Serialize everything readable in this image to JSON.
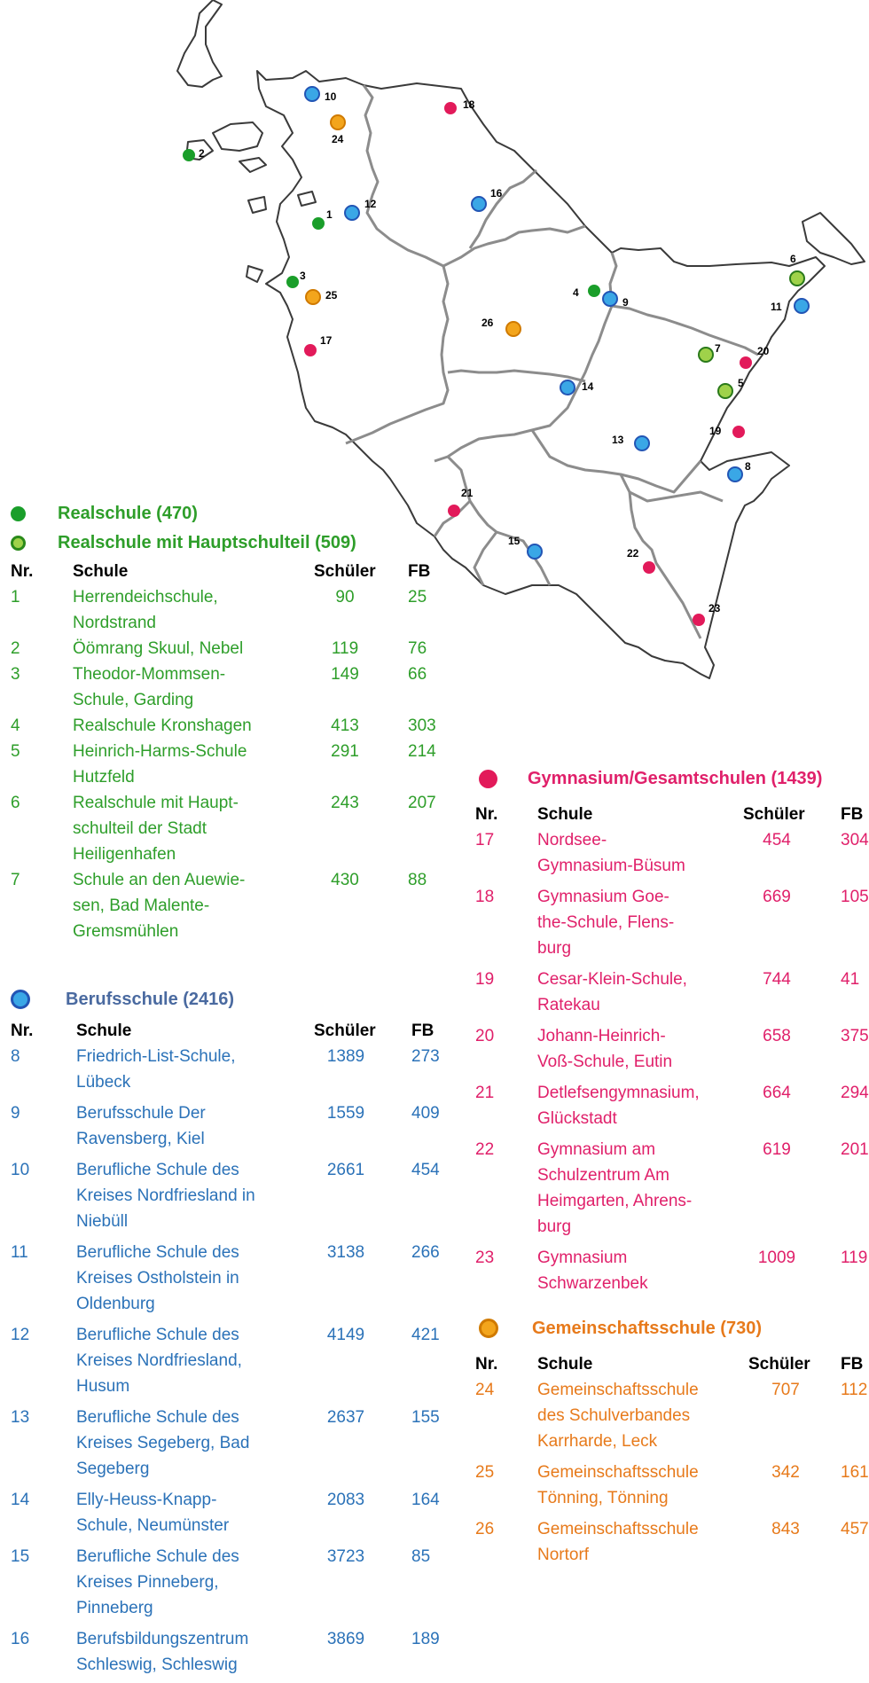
{
  "map_labels": [
    "1",
    "2",
    "3",
    "4",
    "5",
    "6",
    "7",
    "8",
    "9",
    "10",
    "11",
    "12",
    "13",
    "14",
    "15",
    "16",
    "17",
    "18",
    "19",
    "20",
    "21",
    "22",
    "23",
    "24",
    "25",
    "26"
  ],
  "colors": {
    "realschule": "#1a9e2a",
    "realschule_hs": "#9fd24a",
    "berufsschule": "#3aa7e6",
    "gymnasium": "#e21a5a",
    "gemeinschaft": "#f3a51c",
    "green_text": "#2e9e2a",
    "blue_text": "#2b72b8",
    "pink_text": "#e0206a",
    "orange_text": "#e77a1b",
    "blue_head": "#4a6aa0"
  },
  "headers": {
    "nr": "Nr.",
    "school": "Schule",
    "students": "Schüler",
    "fb": "FB"
  },
  "realschule": {
    "title1": "Realschule (470)",
    "title2": "Realschule mit Hauptschulteil (509)",
    "rows": [
      {
        "nr": "1",
        "name": "Herrendeichschule,\nNordstrand",
        "students": "90",
        "fb": "25"
      },
      {
        "nr": "2",
        "name": "Öömrang Skuul, Nebel",
        "students": "119",
        "fb": "76"
      },
      {
        "nr": "3",
        "name": "Theodor-Mommsen-\nSchule, Garding",
        "students": "149",
        "fb": "66"
      },
      {
        "nr": "4",
        "name": "Realschule Kronshagen",
        "students": "413",
        "fb": "303"
      },
      {
        "nr": "5",
        "name": "Heinrich-Harms-Schule\nHutzfeld",
        "students": "291",
        "fb": "214"
      },
      {
        "nr": "6",
        "name": "Realschule mit Haupt-\nschulteil der Stadt\nHeiligenhafen",
        "students": "243",
        "fb": "207"
      },
      {
        "nr": "7",
        "name": "Schule an den Auewie-\nsen, Bad Malente-\nGremsmühlen",
        "students": "430",
        "fb": "88"
      }
    ]
  },
  "berufsschule": {
    "title": "Berufsschule (2416)",
    "rows": [
      {
        "nr": "8",
        "name": "Friedrich-List-Schule,\nLübeck",
        "students": "1389",
        "fb": "273"
      },
      {
        "nr": "9",
        "name": "Berufsschule Der\nRavensberg, Kiel",
        "students": "1559",
        "fb": "409"
      },
      {
        "nr": "10",
        "name": "Berufliche Schule des\nKreises Nordfriesland in\nNiebüll",
        "students": "2661",
        "fb": "454"
      },
      {
        "nr": "11",
        "name": "Berufliche Schule des\nKreises Ostholstein in\nOldenburg",
        "students": "3138",
        "fb": "266"
      },
      {
        "nr": "12",
        "name": "Berufliche Schule des\nKreises  Nordfriesland,\nHusum",
        "students": "4149",
        "fb": "421"
      },
      {
        "nr": "13",
        "name": "Berufliche Schule des\nKreises Segeberg, Bad\nSegeberg",
        "students": "2637",
        "fb": "155"
      },
      {
        "nr": "14",
        "name": "Elly-Heuss-Knapp-\nSchule, Neumünster",
        "students": "2083",
        "fb": "164"
      },
      {
        "nr": "15",
        "name": "Berufliche Schule des\nKreises Pinneberg,\nPinneberg",
        "students": "3723",
        "fb": "85"
      },
      {
        "nr": "16",
        "name": "Berufsbildungszentrum\nSchleswig, Schleswig",
        "students": "3869",
        "fb": "189"
      }
    ]
  },
  "gymnasium": {
    "title": "Gymnasium/Gesamtschulen (1439)",
    "rows": [
      {
        "nr": "17",
        "name": "Nordsee-\nGymnasium-Büsum",
        "students": "454",
        "fb": "304"
      },
      {
        "nr": "18",
        "name": "Gymnasium Goe-\nthe-Schule, Flens-\nburg",
        "students": "669",
        "fb": "105"
      },
      {
        "nr": "19",
        "name": "Cesar-Klein-Schule,\nRatekau",
        "students": "744",
        "fb": "41"
      },
      {
        "nr": "20",
        "name": "Johann-Heinrich-\nVoß-Schule, Eutin",
        "students": "658",
        "fb": "375"
      },
      {
        "nr": "21",
        "name": "Detlefsengymnasium,\nGlückstadt",
        "students": "664",
        "fb": "294"
      },
      {
        "nr": "22",
        "name": "Gymnasium am\nSchulzentrum Am\nHeimgarten, Ahrens-\nburg",
        "students": "619",
        "fb": "201"
      },
      {
        "nr": "23",
        "name": "Gymnasium\nSchwarzenbek",
        "students": "1009",
        "fb": "119"
      }
    ]
  },
  "gemeinschaft": {
    "title": "Gemeinschaftsschule (730)",
    "rows": [
      {
        "nr": "24",
        "name": "Gemeinschaftsschule\ndes Schulverbandes\nKarrharde, Leck",
        "students": "707",
        "fb": "112"
      },
      {
        "nr": "25",
        "name": "Gemeinschaftsschule\nTönning, Tönning",
        "students": "342",
        "fb": "161"
      },
      {
        "nr": "26",
        "name": "Gemeinschaftsschule\nNortorf",
        "students": "843",
        "fb": "457"
      }
    ]
  }
}
